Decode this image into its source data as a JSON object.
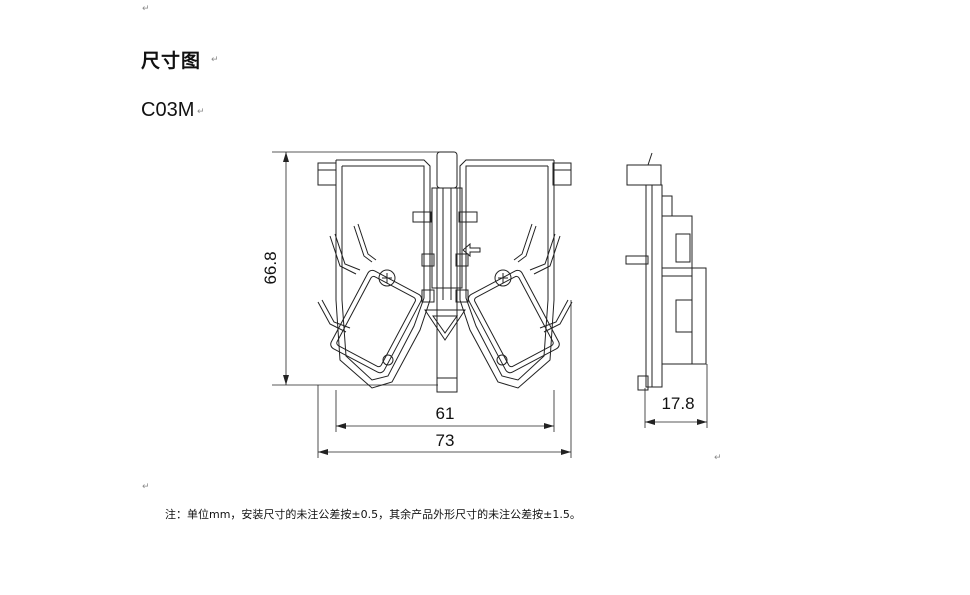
{
  "document": {
    "heading": "尺寸图",
    "model": "C03M",
    "note": "注：单位mm，安装尺寸的未注公差按±0.5，其余产品外形尺寸的未注公差按±1.5。",
    "para_mark": "↵"
  },
  "drawing": {
    "dim_height": "66.8",
    "dim_inner_width": "61",
    "dim_outer_width": "73",
    "dim_depth": "17.8"
  }
}
